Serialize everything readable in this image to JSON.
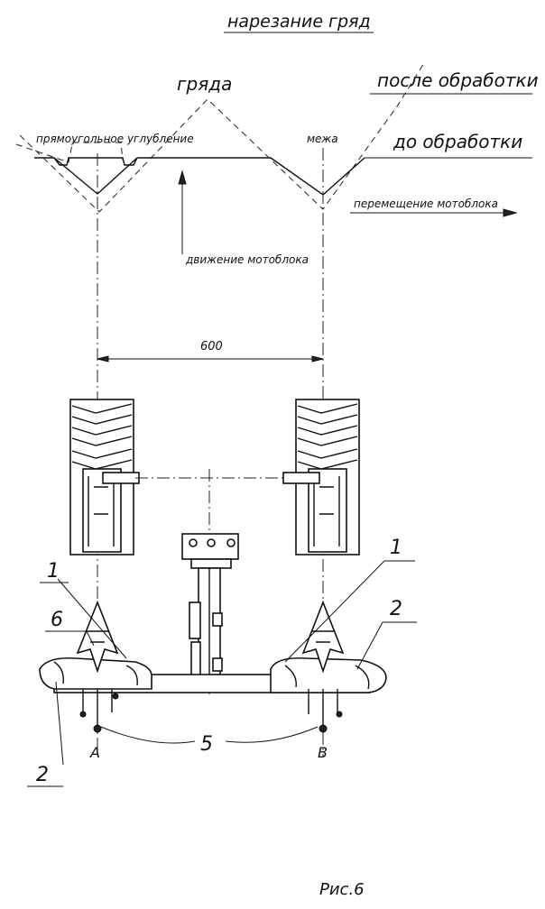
{
  "diagram": {
    "title": "нарезание гряд",
    "labels": {
      "ridge": "гряда",
      "after_treatment": "после обработки",
      "rect_groove": "прямоугольное углубление",
      "furrow": "межа",
      "before_treatment": "до обработки",
      "tiller_shift": "перемещение мотоблока",
      "tiller_motion": "движение мотоблока",
      "dimension": "600",
      "point_a": "А",
      "point_b": "В",
      "figure_caption": "Рис.6"
    },
    "callouts": [
      "1",
      "1",
      "2",
      "2",
      "5",
      "6"
    ]
  }
}
